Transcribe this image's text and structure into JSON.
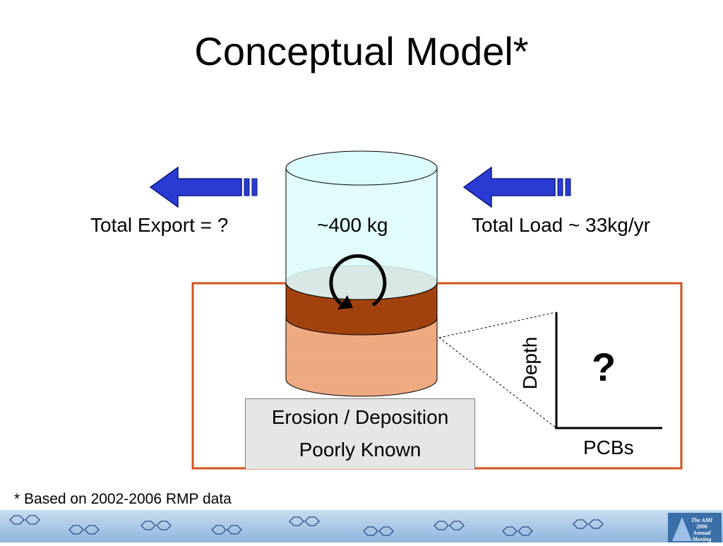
{
  "slide": {
    "title": "Conceptual Model*",
    "export_label": "Total Export = ?",
    "mass_label": "~400 kg",
    "load_label": "Total Load ~ 33kg/yr",
    "erosion_line1": "Erosion / Deposition",
    "erosion_line2": "Poorly Known",
    "depth_axis_label": "Depth",
    "pcbs_axis_label": "PCBs",
    "unknown_mark": "?",
    "footnote": "* Based on 2002-2006 RMP data",
    "logo_text": "The AMI 2006 Annual Meeting"
  },
  "colors": {
    "water": "#dcfbfd",
    "active_layer": "#a0410e",
    "sediment": "#f2b48a",
    "arrow": "#2a3bd4",
    "highlight_box": "#d0531e"
  }
}
